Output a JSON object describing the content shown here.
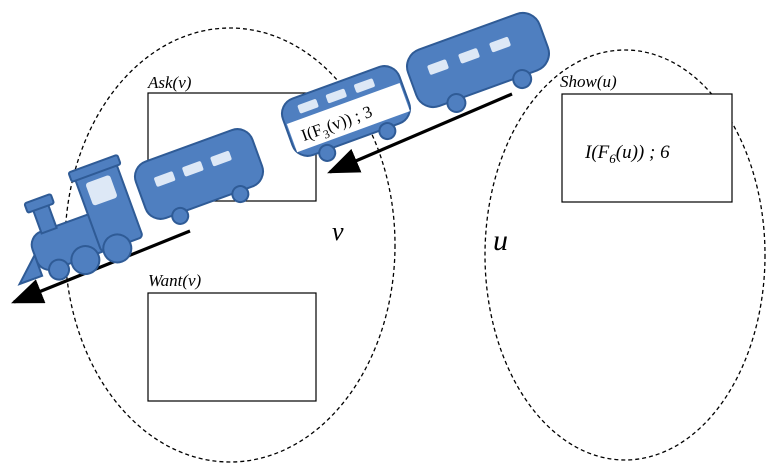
{
  "nodes": {
    "v": {
      "label": "v",
      "ask_label": "Ask(v)",
      "want_label": "Want(v)"
    },
    "u": {
      "label": "u",
      "show_label": "Show(u)",
      "show_value": {
        "prefix": "I(F",
        "sub": "6",
        "suffix": "(u)) ; 6"
      }
    }
  },
  "car_label": {
    "prefix": "I(F",
    "sub": "3",
    "suffix": "(v)) ; 3"
  },
  "colors": {
    "train_fill": "#4f7fc0",
    "train_stroke": "#2f5b96",
    "window": "#dde8f6",
    "arrow": "#000000",
    "boundary": "#000000"
  }
}
